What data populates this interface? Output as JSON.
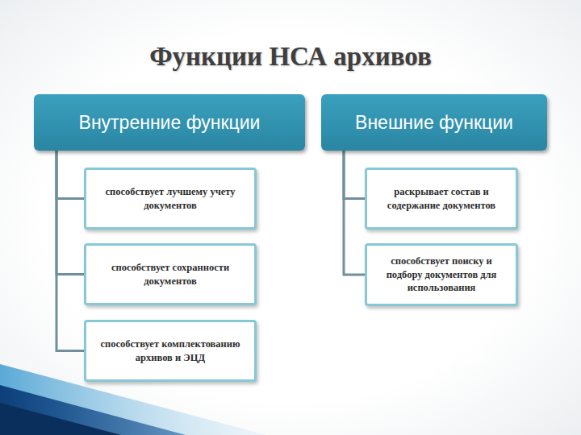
{
  "diagram": {
    "title": "Функции НСА архивов",
    "nodes": [
      {
        "text": [
          "Внутренние функции"
        ]
      },
      {
        "text": [
          "способствует лучшему учету документов"
        ]
      },
      {
        "text": [
          "способствует сохранности документов"
        ]
      },
      {
        "text": [
          "способствует комплектованию архивов и ЭЦД"
        ]
      },
      {
        "text": [
          "Внешние функции"
        ]
      },
      {
        "text": [
          "раскрывает состав и содержание документов"
        ]
      },
      {
        "text": [
          "способствует поиску и подбору документов для использования"
        ]
      }
    ],
    "edges": [
      {
        "from": 0,
        "to": 1,
        "arrow": "none"
      },
      {
        "from": 0,
        "to": 2,
        "arrow": "none"
      },
      {
        "from": 0,
        "to": 3,
        "arrow": "none"
      },
      {
        "from": 4,
        "to": 5,
        "arrow": "none"
      },
      {
        "from": 4,
        "to": 6,
        "arrow": "none"
      }
    ]
  }
}
